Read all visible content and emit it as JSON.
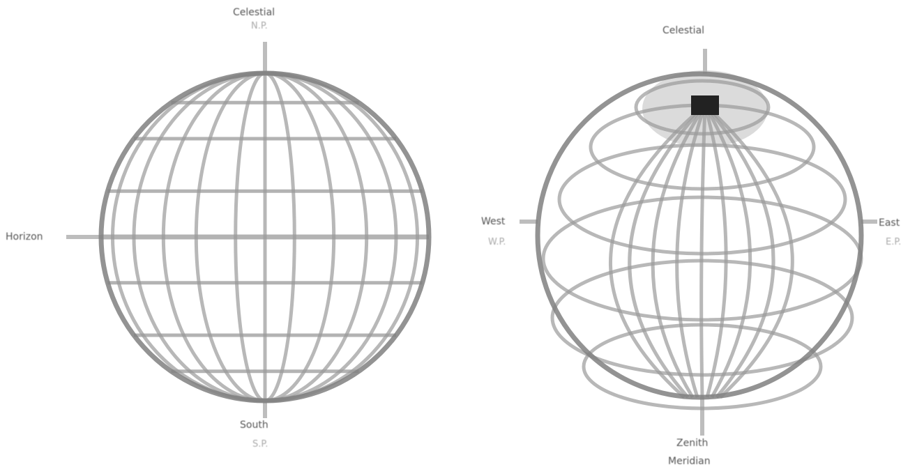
{
  "left_globe": {
    "top_label": "Celestial",
    "top_sub": "N.P.",
    "left_label": "Horizon",
    "bottom_label": "South",
    "bottom_sub": "S.P."
  },
  "right_globe": {
    "top_label": "Celestial",
    "left_label": "West",
    "left_sub": "W.P.",
    "right_label": "East",
    "right_sub": "E.P.",
    "bottom_label": "Zenith",
    "bottom_sub": "Meridian"
  },
  "colors": {
    "grid": "#9a9a9a",
    "outline": "#808080",
    "highlight": "#222222",
    "shade": "#bdbdbd"
  }
}
